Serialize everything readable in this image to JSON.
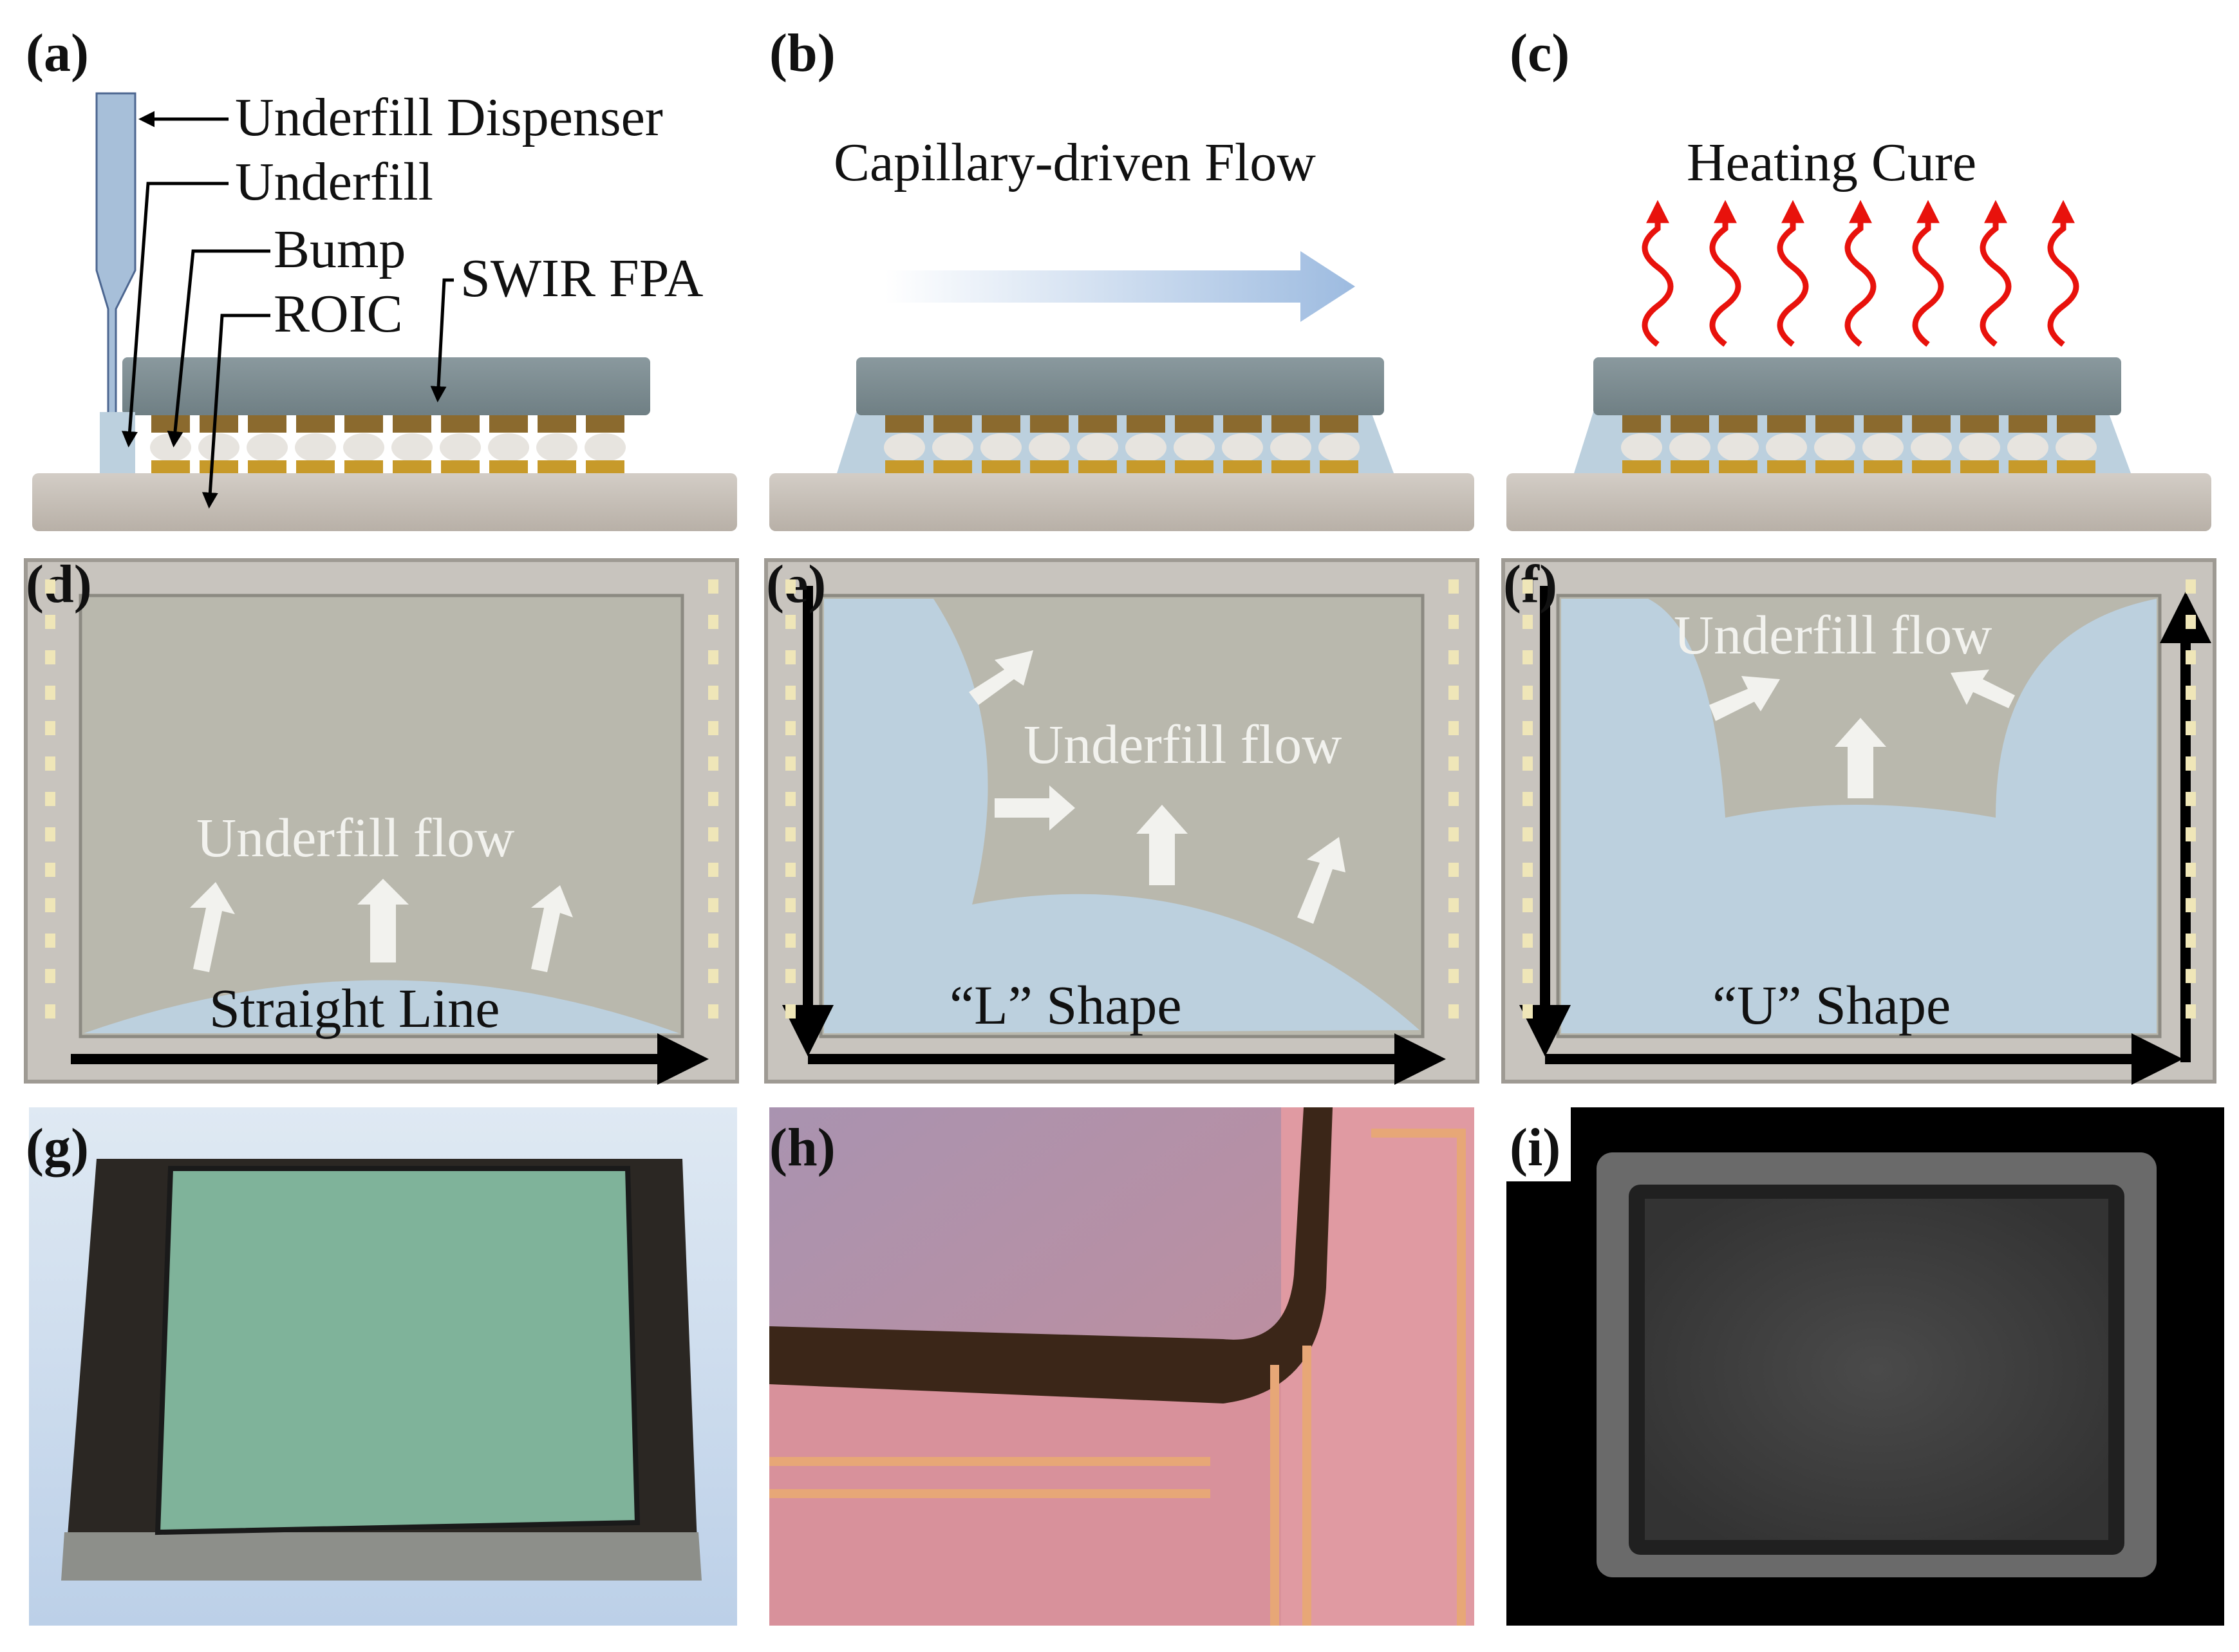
{
  "figure": {
    "panels": [
      {
        "id": "a",
        "label": "(a)"
      },
      {
        "id": "b",
        "label": "(b)"
      },
      {
        "id": "c",
        "label": "(c)"
      },
      {
        "id": "d",
        "label": "(d)"
      },
      {
        "id": "e",
        "label": "(e)"
      },
      {
        "id": "f",
        "label": "(f)"
      },
      {
        "id": "g",
        "label": "(g)"
      },
      {
        "id": "h",
        "label": "(h)"
      },
      {
        "id": "i",
        "label": "(i)"
      }
    ],
    "annotations": {
      "dispenser": "Underfill Dispenser",
      "underfill": "Underfill",
      "bump": "Bump",
      "roic": "ROIC",
      "fpa": "SWIR FPA"
    },
    "titles": {
      "b": "Capillary-driven Flow",
      "c": "Heating Cure"
    },
    "flow_text": "Underfill flow",
    "shapes": {
      "d": "Straight Line",
      "e": "“L” Shape",
      "f": "“U” Shape"
    }
  },
  "colors": {
    "chip": "#7a8a8f",
    "substrate": "#c9c2ba",
    "underfill": "#bcd0de",
    "flow_bg": "#b9b8ad",
    "heat": "#e8120c"
  }
}
